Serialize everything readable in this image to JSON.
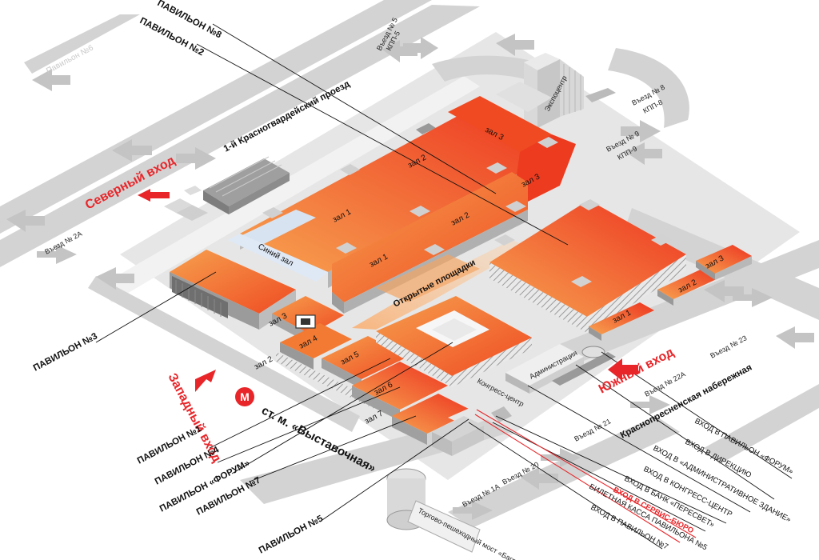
{
  "colors": {
    "roof_light": "#f79a4a",
    "roof_dark": "#ee3a1f",
    "ground": "#e4e4e4",
    "road": "#d2d2d2",
    "accent_red": "#e8262a",
    "walls": "#bdbdbd"
  },
  "entrances": {
    "north": "Северный вход",
    "south": "Южный вход",
    "west": "Западный вход"
  },
  "metro": {
    "station": "ст. м. «Выставочная»",
    "icon": "metro-m-icon"
  },
  "streets": {
    "proezd": "1-й Красногвардейский проезд",
    "naberezhnaya": "Краснопресненская набережная",
    "ghost": "Павильон №6"
  },
  "roads": {
    "v5": "Въезд № 5",
    "kpp5": "КПП-5",
    "v8": "Въезд № 8",
    "kpp8": "КПП-8",
    "v9": "Въезд № 9",
    "kpp9": "КПП-9",
    "v2a": "Въезд № 2А",
    "v23": "Въезд № 23",
    "v22a": "Въезд № 22А",
    "v21": "Въезд № 21",
    "v20": "Въезд № 20",
    "v1a": "Въезд № 1А"
  },
  "halls": {
    "zal1a": "зал 1",
    "zal2a": "зал 2",
    "zal3a": "зал 3",
    "zal1b": "зал 1",
    "zal2b": "зал 2",
    "zal3b": "зал 3",
    "siniy": "Синий зал",
    "zal3c": "зал 3",
    "zal4": "зал 4",
    "zal2c": "зал 2",
    "zal5": "зал 5",
    "zal6": "зал 6",
    "zal7": "зал 7",
    "open": "Открытые площадки",
    "ekspo": "Экспоцентр",
    "admin": "Администрация",
    "kongress": "Конгресс-центр",
    "torg": "Торгово-пешеходный мост «Багратион»",
    "s1": "зал 1",
    "s2": "зал 2",
    "s3": "зал 3"
  },
  "pavilions": {
    "p8": "ПАВИЛЬОН №8",
    "p2": "ПАВИЛЬОН №2",
    "p3": "ПАВИЛЬОН №3",
    "p1": "ПАВИЛЬОН №1",
    "p4": "ПАВИЛЬОН №4",
    "pforum": "ПАВИЛЬОН «ФОРУМ»",
    "p7": "ПАВИЛЬОН №7",
    "p5": "ПАВИЛЬОН №5"
  },
  "legend_entries": [
    "ВХОД В ПАВИЛЬОН «ФОРУМ»",
    "ВХОД В ДИРЕКЦИЮ",
    "ВХОД В «АДМИНИСТРАТИВНОЕ ЗДАНИЕ»",
    "ВХОД В КОНГРЕСС-ЦЕНТР",
    "ВХОД В БАНК «ПЕРЕСВЕТ»",
    "ВХОД В СЕРВИС-БЮРО",
    "БИЛЕТНАЯ КАССА ПАВИЛЬОНА №5",
    "ВХОД В ПАВИЛЬОН №7"
  ]
}
